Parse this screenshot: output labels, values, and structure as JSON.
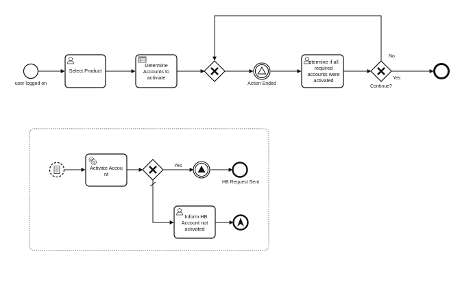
{
  "main_process": {
    "start_event": {
      "label": "user logged on"
    },
    "task_select_product": {
      "label": "Select Product"
    },
    "task_determine_accounts": {
      "lines": [
        "Determine",
        "Accounts to",
        "activiate"
      ]
    },
    "gateway_merge": {},
    "intermediate_event": {
      "label": "Action Ended"
    },
    "task_determine_all": {
      "lines": [
        "etermine if all",
        "required",
        "accounts were",
        "activated"
      ]
    },
    "gateway_continue": {
      "label": "Continue?",
      "no_label": "No",
      "yes_label": "Yes"
    },
    "end_event": {}
  },
  "subprocess": {
    "start_event": {},
    "task_activate_account": {
      "lines": [
        "Activate Accou",
        "nt"
      ]
    },
    "gateway": {
      "yes_label": "Yes"
    },
    "intermediate_event": {},
    "end_event": {
      "label": "HB Request Sent"
    },
    "task_inform": {
      "lines": [
        "Inform HB",
        "Account not",
        "activated"
      ]
    },
    "escalation_end_event": {}
  },
  "colors": {
    "stroke": "#111111",
    "task_fill": "#ffffff",
    "frame": "#666666"
  }
}
